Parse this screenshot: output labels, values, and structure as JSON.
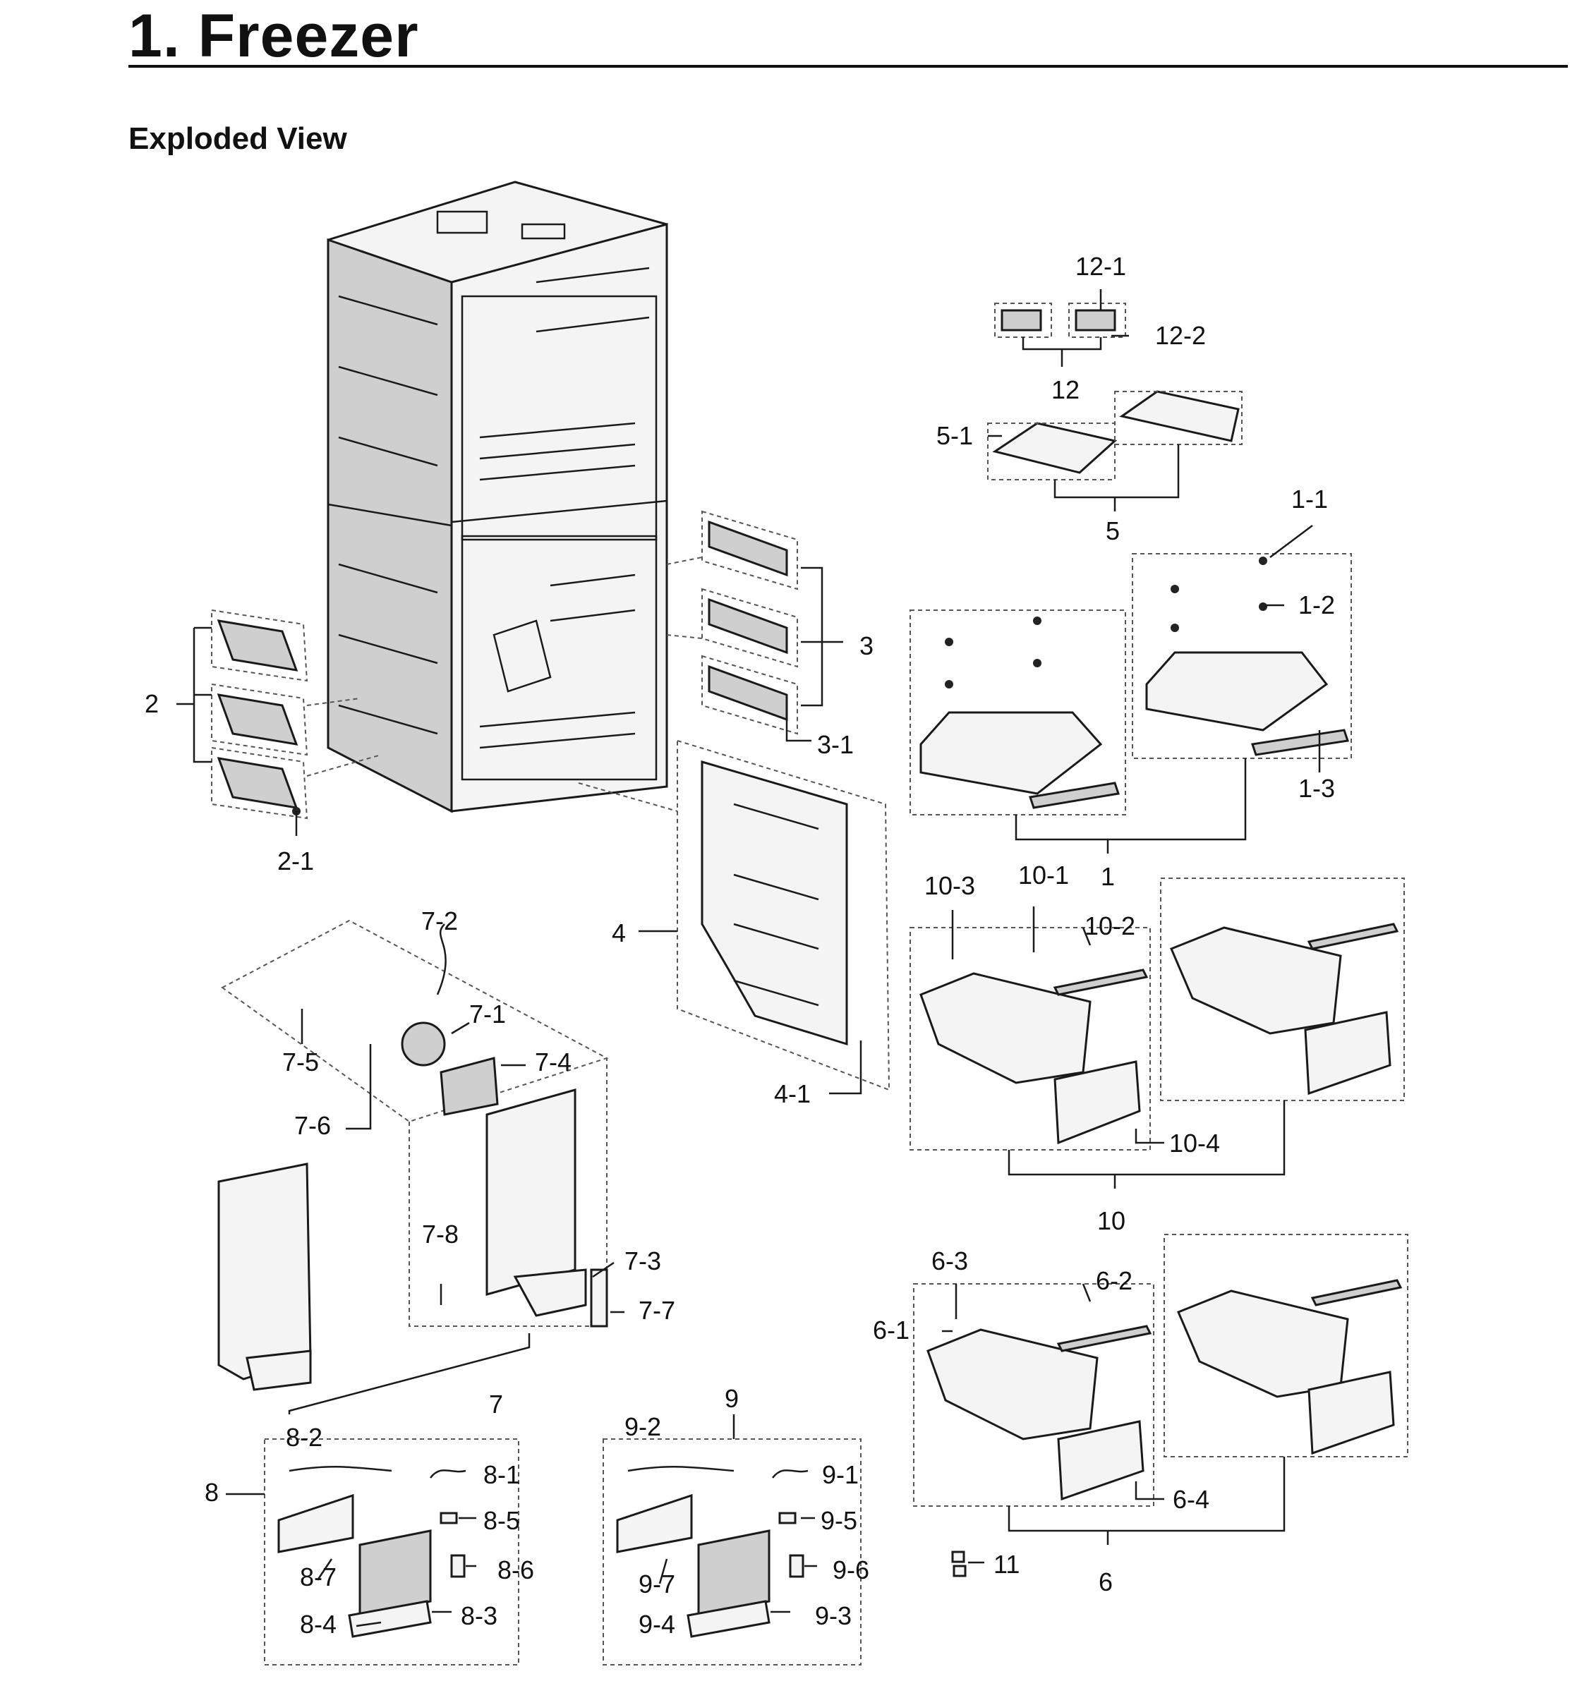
{
  "page": {
    "title": "1.  Freezer",
    "section": "Exploded View"
  },
  "labels": {
    "l1": "1",
    "l1_1": "1-1",
    "l1_2": "1-2",
    "l1_3": "1-3",
    "l2": "2",
    "l2_1": "2-1",
    "l3": "3",
    "l3_1": "3-1",
    "l4": "4",
    "l4_1": "4-1",
    "l5": "5",
    "l5_1": "5-1",
    "l6": "6",
    "l6_1": "6-1",
    "l6_2": "6-2",
    "l6_3": "6-3",
    "l6_4": "6-4",
    "l7": "7",
    "l7_1": "7-1",
    "l7_2": "7-2",
    "l7_3": "7-3",
    "l7_4": "7-4",
    "l7_5": "7-5",
    "l7_6": "7-6",
    "l7_7": "7-7",
    "l7_8": "7-8",
    "l8": "8",
    "l8_1": "8-1",
    "l8_2": "8-2",
    "l8_3": "8-3",
    "l8_4": "8-4",
    "l8_5": "8-5",
    "l8_6": "8-6",
    "l8_7": "8-7",
    "l9": "9",
    "l9_1": "9-1",
    "l9_2": "9-2",
    "l9_3": "9-3",
    "l9_4": "9-4",
    "l9_5": "9-5",
    "l9_6": "9-6",
    "l9_7": "9-7",
    "l10": "10",
    "l10_1": "10-1",
    "l10_2": "10-2",
    "l10_3": "10-3",
    "l10_4": "10-4",
    "l11": "11",
    "l12": "12",
    "l12_1": "12-1",
    "l12_2": "12-2"
  }
}
